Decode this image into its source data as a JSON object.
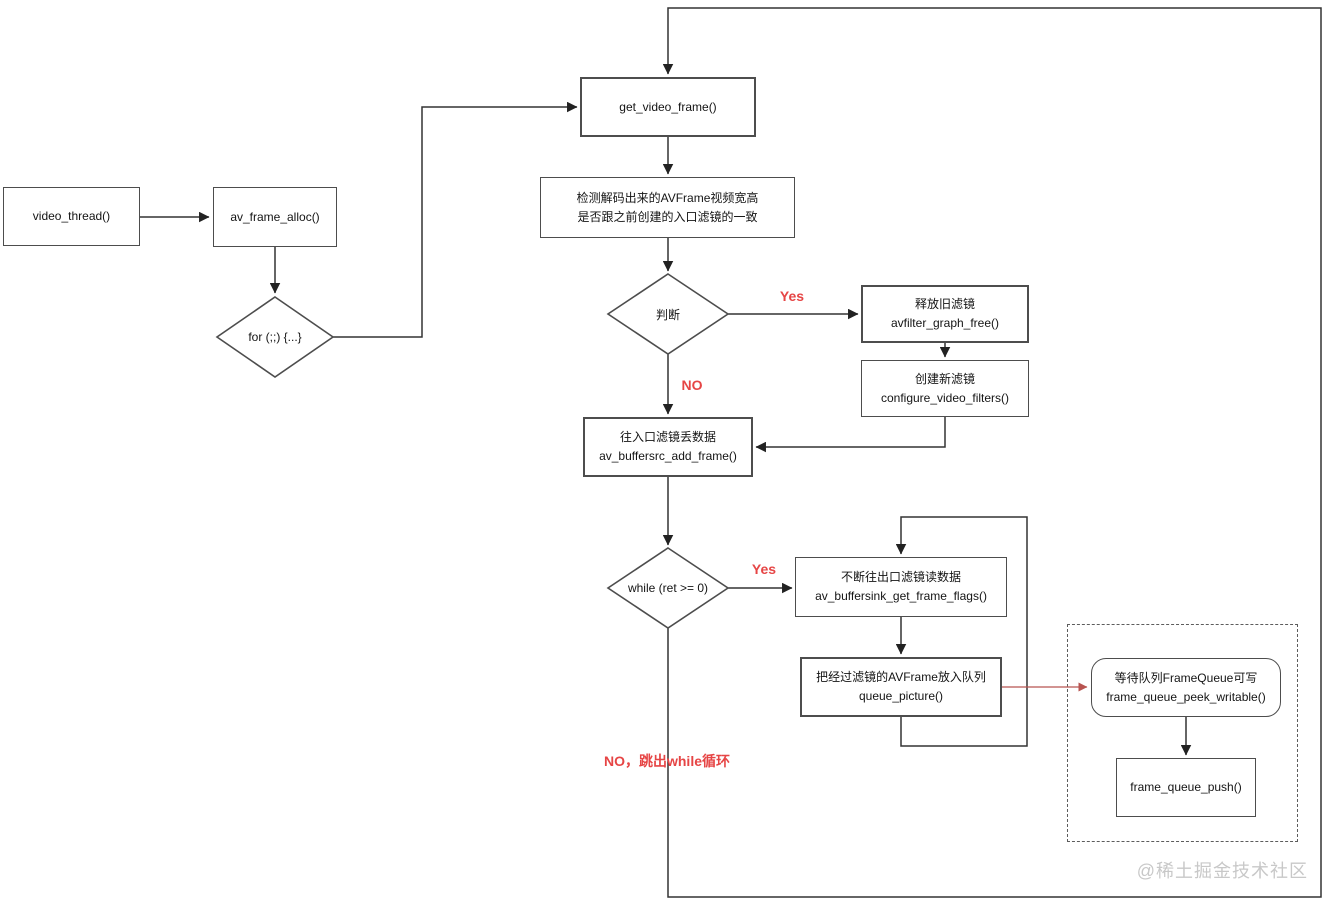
{
  "watermark": "@稀土掘金技术社区",
  "colors": {
    "line": "#333333",
    "box_border": "#4d4d4d",
    "red_label": "#e64545",
    "red_arrow": "#b85450",
    "watermark": "#c8c8c8"
  },
  "labels": {
    "judge_yes": "Yes",
    "judge_no": "NO",
    "while_yes": "Yes",
    "while_no": "NO，跳出while循环"
  },
  "nodes": {
    "video_thread": {
      "line1": "video_thread()"
    },
    "av_frame_alloc": {
      "line1": "av_frame_alloc()"
    },
    "for_loop": {
      "line1": "for (;;) {...}"
    },
    "get_video_frame": {
      "line1": "get_video_frame()"
    },
    "check_frame_size": {
      "line1": "检测解码出来的AVFrame视频宽高",
      "line2": "是否跟之前创建的入口滤镜的一致"
    },
    "judge": {
      "line1": "判断"
    },
    "free_old_filter": {
      "line1": "释放旧滤镜",
      "line2": "avfilter_graph_free()"
    },
    "create_new_filter": {
      "line1": "创建新滤镜",
      "line2": "configure_video_filters()"
    },
    "add_frame_to_filter": {
      "line1": "往入口滤镜丢数据",
      "line2": "av_buffersrc_add_frame()"
    },
    "while_loop": {
      "line1": "while (ret  >= 0)"
    },
    "read_filtered_frame": {
      "line1": "不断往出口滤镜读数据",
      "line2": "av_buffersink_get_frame_flags()"
    },
    "queue_picture": {
      "line1": "把经过滤镜的AVFrame放入队列",
      "line2": "queue_picture()"
    },
    "peek_writable": {
      "line1": "等待队列FrameQueue可写",
      "line2": "frame_queue_peek_writable()"
    },
    "frame_queue_push": {
      "line1": "frame_queue_push()"
    }
  }
}
